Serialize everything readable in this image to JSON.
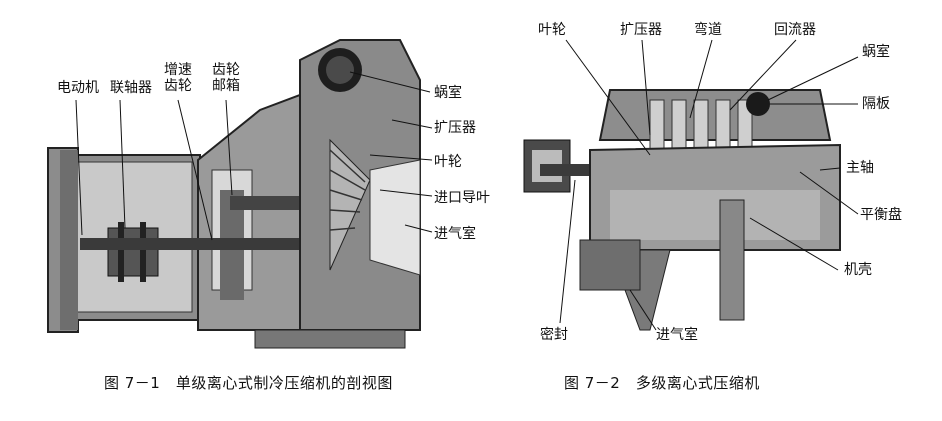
{
  "fig1": {
    "caption": "图 7－1　单级离心式制冷压缩机的剖视图",
    "labels": {
      "motor": "电动机",
      "coupling": "联轴器",
      "speed_gear": "增速齿轮",
      "gearbox": "齿轮邮箱",
      "volute": "蜗室",
      "diffuser": "扩压器",
      "impeller": "叶轮",
      "inlet_guide_vane": "进口导叶",
      "inlet_chamber": "进气室"
    }
  },
  "fig2": {
    "caption": "图 7－2　多级离心式压缩机",
    "labels": {
      "impeller": "叶轮",
      "diffuser": "扩压器",
      "bend": "弯道",
      "return_channel": "回流器",
      "volute": "蜗室",
      "partition": "隔板",
      "main_shaft": "主轴",
      "balance_disk": "平衡盘",
      "casing": "机壳",
      "seal": "密封",
      "inlet_chamber": "进气室"
    }
  }
}
